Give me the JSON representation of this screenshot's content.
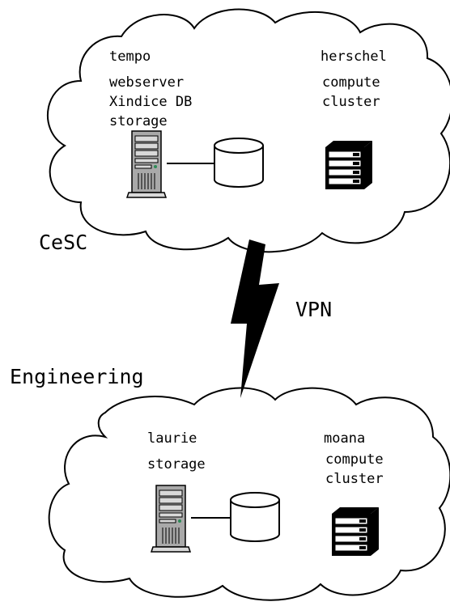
{
  "colors": {
    "line": "#000000",
    "background": "#ffffff",
    "server_body": "#a9a9a9",
    "server_light": "#d9d9d9",
    "led_green": "#2e8b57"
  },
  "top_site": {
    "name": "CeSC",
    "host_a": {
      "name": "tempo",
      "roles": [
        "webserver",
        "Xindice DB",
        "storage"
      ],
      "icons": [
        "server-tower-icon",
        "database-cylinder-icon"
      ]
    },
    "host_b": {
      "name": "herschel",
      "roles": [
        "compute",
        "cluster"
      ],
      "icons": [
        "cluster-rack-icon"
      ]
    }
  },
  "link": {
    "label": "VPN",
    "icon": "lightning-bolt-icon"
  },
  "bottom_site": {
    "name": "Engineering",
    "host_a": {
      "name": "laurie",
      "roles": [
        "storage"
      ],
      "icons": [
        "server-tower-icon",
        "database-cylinder-icon"
      ]
    },
    "host_b": {
      "name": "moana",
      "roles": [
        "compute",
        "cluster"
      ],
      "icons": [
        "cluster-rack-icon"
      ]
    }
  }
}
